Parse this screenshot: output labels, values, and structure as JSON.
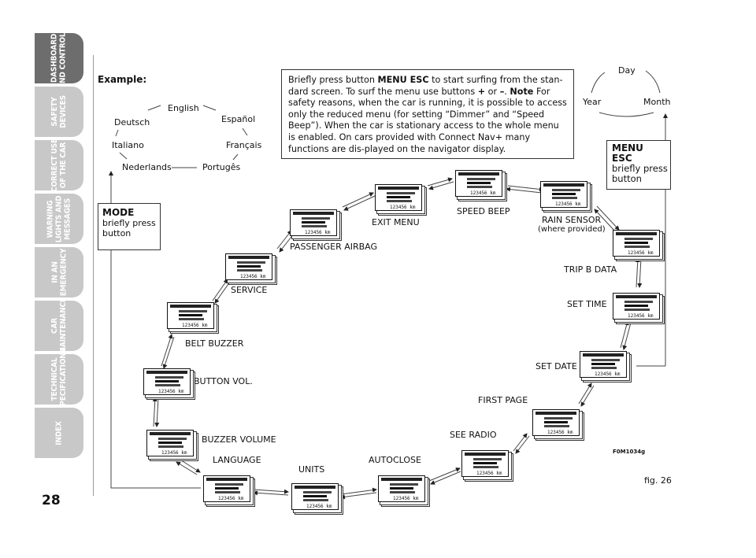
{
  "sidebar": {
    "tabs": [
      {
        "label": "DASHBOARD\nAND CONTROLS",
        "active": true
      },
      {
        "label": "SAFETY\nDEVICES",
        "active": false
      },
      {
        "label": "CORRECT USE\nOF THE CAR",
        "active": false
      },
      {
        "label": "WARNING\nLIGHTS AND\nMESSAGES",
        "active": false
      },
      {
        "label": "IN AN\nEMERGENCY",
        "active": false
      },
      {
        "label": "CAR\nMAINTENANCE",
        "active": false
      },
      {
        "label": "TECHNICAL\nSPECIFICATIONS",
        "active": false
      },
      {
        "label": "INDEX",
        "active": false
      }
    ],
    "page_number": "28"
  },
  "example": {
    "title": "Example:",
    "languages": [
      "English",
      "Español",
      "Français",
      "Portugês",
      "Nederlands",
      "Italiano",
      "Deutsch"
    ]
  },
  "date_cycle": [
    "Day",
    "Month",
    "Year"
  ],
  "info": {
    "p1": "Briefly press button ",
    "bold1": "MENU ESC",
    "p2": " to start surfing from the stan-dard screen. To surf the menu use buttons ",
    "plus": "+",
    "or": " or ",
    "minus": "–",
    "dot": ". ",
    "note": "Note",
    "p3": " For safety reasons, when the car is running, it is possible to access only the reduced menu (for setting “Dimmer” and “Speed Beep”). When the car is stationary access to the whole menu is enabled. On cars provided with Connect Nav+ many functions are dis-played on the navigator display."
  },
  "menu_esc": {
    "title": "MENU\nESC",
    "text": "briefly press\nbutton"
  },
  "mode": {
    "title": "MODE",
    "text": "briefly press\nbutton"
  },
  "menu_items": {
    "exit_menu": "EXIT MENU",
    "speed_beep": "SPEED BEEP",
    "rain_sensor": "RAIN SENSOR",
    "rain_note": "(where provided)",
    "passenger_airbag": "PASSENGER AIRBAG",
    "trip_b": "TRIP B DATA",
    "service": "SERVICE",
    "set_time": "SET TIME",
    "belt_buzzer": "BELT BUZZER",
    "set_date": "SET DATE",
    "button_vol": "BUTTON VOL.",
    "first_page": "FIRST PAGE",
    "see_radio": "SEE RADIO",
    "buzzer_volume": "BUZZER VOLUME",
    "language": "LANGUAGE",
    "autoclose": "AUTOCLOSE",
    "units": "UNITS"
  },
  "display_odo": "123456 km",
  "figure_code": "F0M1034g",
  "figure_label": "fig. 26"
}
